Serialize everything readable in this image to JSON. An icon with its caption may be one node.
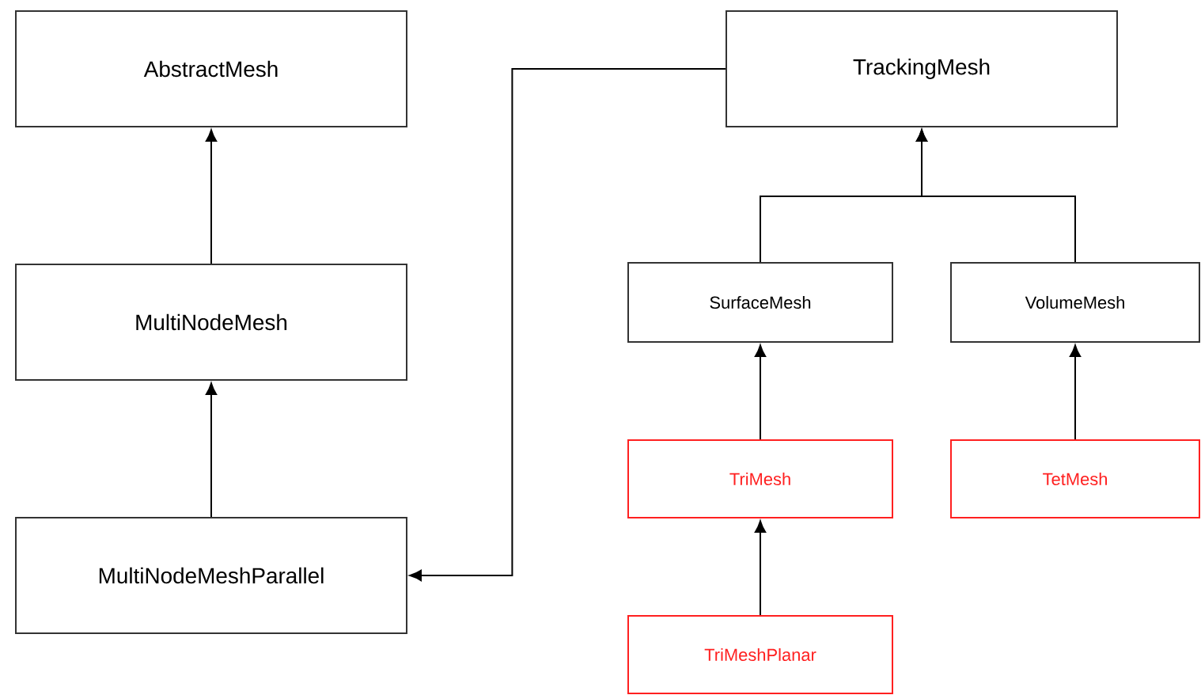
{
  "diagram": {
    "nodes": [
      {
        "text": [
          "AbstractMesh"
        ]
      },
      {
        "text": [
          "MultiNodeMesh"
        ]
      },
      {
        "text": [
          "MultiNodeMeshParallel"
        ]
      },
      {
        "text": [
          "TrackingMesh"
        ]
      },
      {
        "text": [
          "SurfaceMesh"
        ]
      },
      {
        "text": [
          "VolumeMesh"
        ]
      },
      {
        "text": [
          "TriMesh"
        ]
      },
      {
        "text": [
          "TetMesh"
        ]
      },
      {
        "text": [
          "TriMeshPlanar"
        ]
      }
    ],
    "edges": [
      {
        "from": 1,
        "to": 0,
        "arrow": "to"
      },
      {
        "from": 2,
        "to": 1,
        "arrow": "to"
      },
      {
        "from": 3,
        "to": 2,
        "arrow": "to"
      },
      {
        "from": 4,
        "to": 3,
        "arrow": "to"
      },
      {
        "from": 5,
        "to": 3,
        "arrow": "to"
      },
      {
        "from": 6,
        "to": 4,
        "arrow": "to"
      },
      {
        "from": 7,
        "to": 5,
        "arrow": "to"
      },
      {
        "from": 8,
        "to": 6,
        "arrow": "to"
      }
    ]
  }
}
